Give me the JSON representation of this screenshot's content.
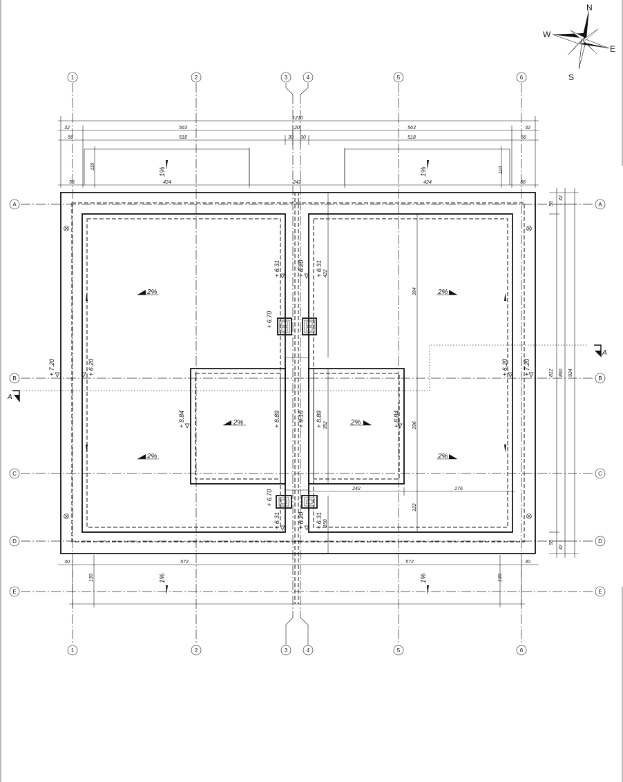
{
  "compass": {
    "n": "N",
    "e": "E",
    "s": "S",
    "w": "W"
  },
  "grid": {
    "columns": [
      "1",
      "2",
      "3",
      "4",
      "5",
      "6"
    ],
    "rows": [
      "A",
      "B",
      "C",
      "D",
      "E"
    ]
  },
  "section": {
    "label": "A"
  },
  "dimensions": {
    "top_row1": [
      "1210"
    ],
    "top_row2": [
      "32",
      "563",
      "20",
      "563",
      "32"
    ],
    "top_row3": [
      "56",
      "518",
      "30",
      "30",
      "518",
      "56"
    ],
    "top_row4": [
      "56",
      "424",
      "242",
      "424",
      "56"
    ],
    "offset_110": "110",
    "bottom": [
      "30",
      "572",
      "572",
      "30"
    ],
    "offset_130": "130",
    "right": [
      "56",
      "32",
      "812",
      "860",
      "924",
      "56",
      "32"
    ],
    "inner": [
      "422",
      "394",
      "352",
      "296",
      "242",
      "276",
      "122",
      "150"
    ]
  },
  "levels": {
    "l720": "+ 7.20",
    "l620": "+ 6.20",
    "l631": "+ 6.31",
    "l670": "+ 6.70",
    "l884": "+ 8.84",
    "l889": "+ 8.89",
    "l916": "+ 9.16"
  },
  "slopes": {
    "two": "2%",
    "one": "1%"
  }
}
